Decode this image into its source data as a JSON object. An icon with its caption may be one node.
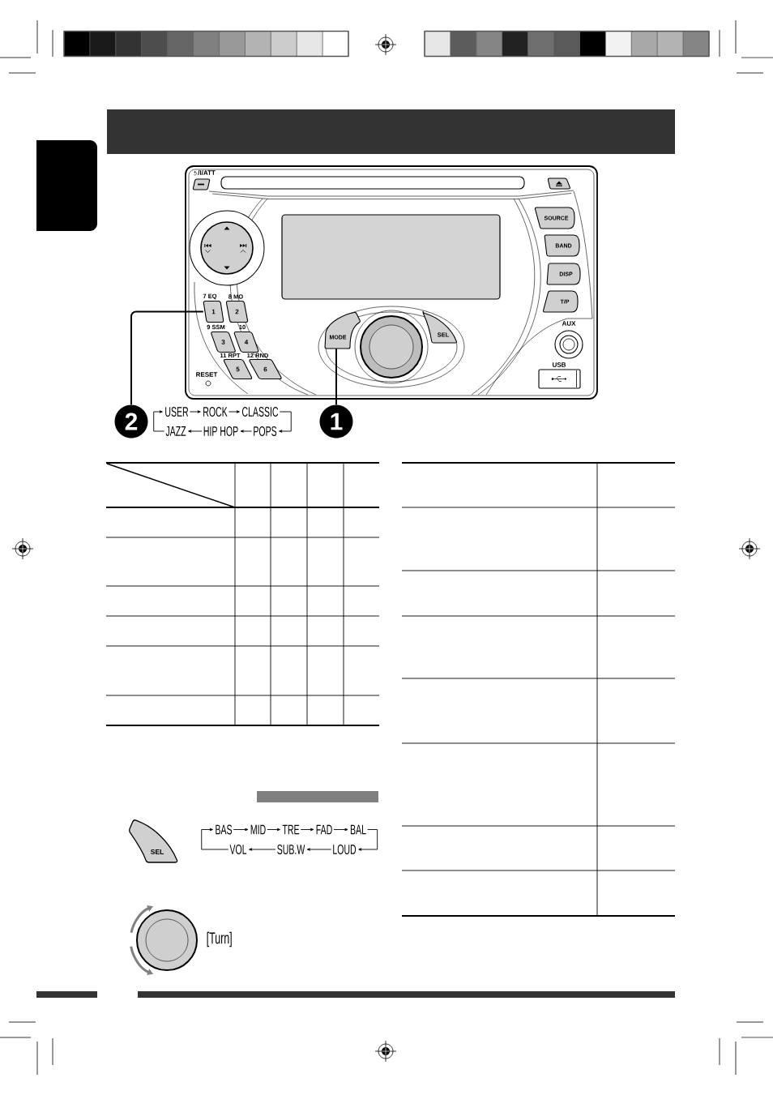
{
  "diagram": {
    "nodes": [
      {
        "text": [],
        "shape": "box"
      },
      {
        "text": [],
        "shape": "box"
      },
      {
        "text": [],
        "shape": "box"
      },
      {
        "text": [
          "1"
        ],
        "beside": [
          "7 EQ"
        ]
      },
      {
        "text": [
          "2"
        ],
        "beside": [
          "8 MO"
        ]
      },
      {
        "text": [
          "3"
        ],
        "beside": [
          "9 SSM"
        ]
      },
      {
        "text": [
          "4"
        ],
        "beside": [
          "10"
        ]
      },
      {
        "text": [
          "5"
        ],
        "beside": [
          "11 RPT"
        ]
      },
      {
        "text": [
          "6"
        ],
        "beside": [
          "12 RND"
        ]
      },
      {
        "text": [
          "MODE"
        ]
      },
      {
        "text": [
          "SEL"
        ]
      },
      {
        "text": [
          "SOURCE"
        ]
      },
      {
        "text": [
          "BAND"
        ]
      },
      {
        "text": [
          "DISP"
        ]
      },
      {
        "text": [
          "T/P"
        ]
      },
      {
        "text": [
          "2"
        ]
      },
      {
        "text": [
          "1"
        ]
      },
      {
        "text": [
          "USER"
        ]
      },
      {
        "text": [
          "ROCK"
        ]
      },
      {
        "text": [
          "CLASSIC"
        ]
      },
      {
        "text": [
          "JAZZ"
        ]
      },
      {
        "text": [
          "HIP HOP"
        ]
      },
      {
        "text": [
          "POPS"
        ]
      },
      {
        "text": [],
        "shape": "bar"
      },
      {
        "text": [
          "SEL"
        ]
      },
      {
        "text": [
          "BAS"
        ]
      },
      {
        "text": [
          "MID"
        ]
      },
      {
        "text": [
          "TRE"
        ]
      },
      {
        "text": [
          "FAD"
        ]
      },
      {
        "text": [
          "BAL"
        ]
      },
      {
        "text": [
          "VOL"
        ]
      },
      {
        "text": [
          "SUB.W"
        ]
      },
      {
        "text": [
          "LOUD"
        ]
      }
    ],
    "edges": [
      {
        "from": 15,
        "to": 3,
        "arrow": "none"
      },
      {
        "from": 16,
        "to": 9,
        "arrow": "none"
      },
      {
        "from": 17,
        "to": 18,
        "arrow": "to"
      },
      {
        "from": 18,
        "to": 19,
        "arrow": "to"
      },
      {
        "from": 19,
        "to": 22,
        "arrow": "to"
      },
      {
        "from": 22,
        "to": 21,
        "arrow": "to"
      },
      {
        "from": 21,
        "to": 20,
        "arrow": "to"
      },
      {
        "from": 20,
        "to": 17,
        "arrow": "to"
      },
      {
        "from": 25,
        "to": 26,
        "arrow": "to"
      },
      {
        "from": 26,
        "to": 27,
        "arrow": "to"
      },
      {
        "from": 27,
        "to": 28,
        "arrow": "to"
      },
      {
        "from": 28,
        "to": 29,
        "arrow": "to"
      },
      {
        "from": 29,
        "to": 32,
        "arrow": "to"
      },
      {
        "from": 32,
        "to": 31,
        "arrow": "to"
      },
      {
        "from": 31,
        "to": 30,
        "arrow": "to"
      },
      {
        "from": 30,
        "to": 25,
        "arrow": "to"
      }
    ],
    "labels": [
      "/I/ATT",
      "AUX",
      "USB",
      "RESET",
      "[Turn]"
    ]
  }
}
